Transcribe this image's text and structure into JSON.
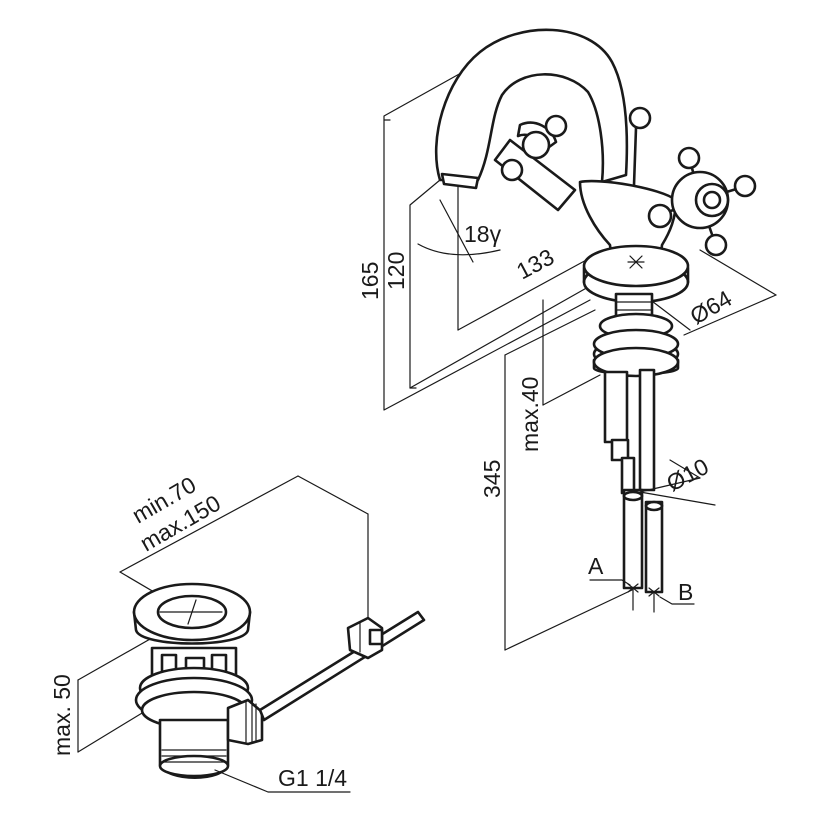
{
  "faucet": {
    "dim_height_total": "165",
    "dim_height_spout": "120",
    "dim_spout_angle": "18γ",
    "dim_spout_reach": "133",
    "dim_base_diameter": "Ø64",
    "dim_max_deck": "max.40",
    "dim_hose_length": "345",
    "dim_hose_diameter": "Ø10",
    "label_hose_a": "A",
    "label_hose_b": "B"
  },
  "waste": {
    "dim_rod_min": "min.70",
    "dim_rod_max": "max.150",
    "dim_height": "max. 50",
    "dim_thread": "G1 1/4"
  },
  "colors": {
    "line": "#1a1a1a",
    "background": "#ffffff"
  }
}
